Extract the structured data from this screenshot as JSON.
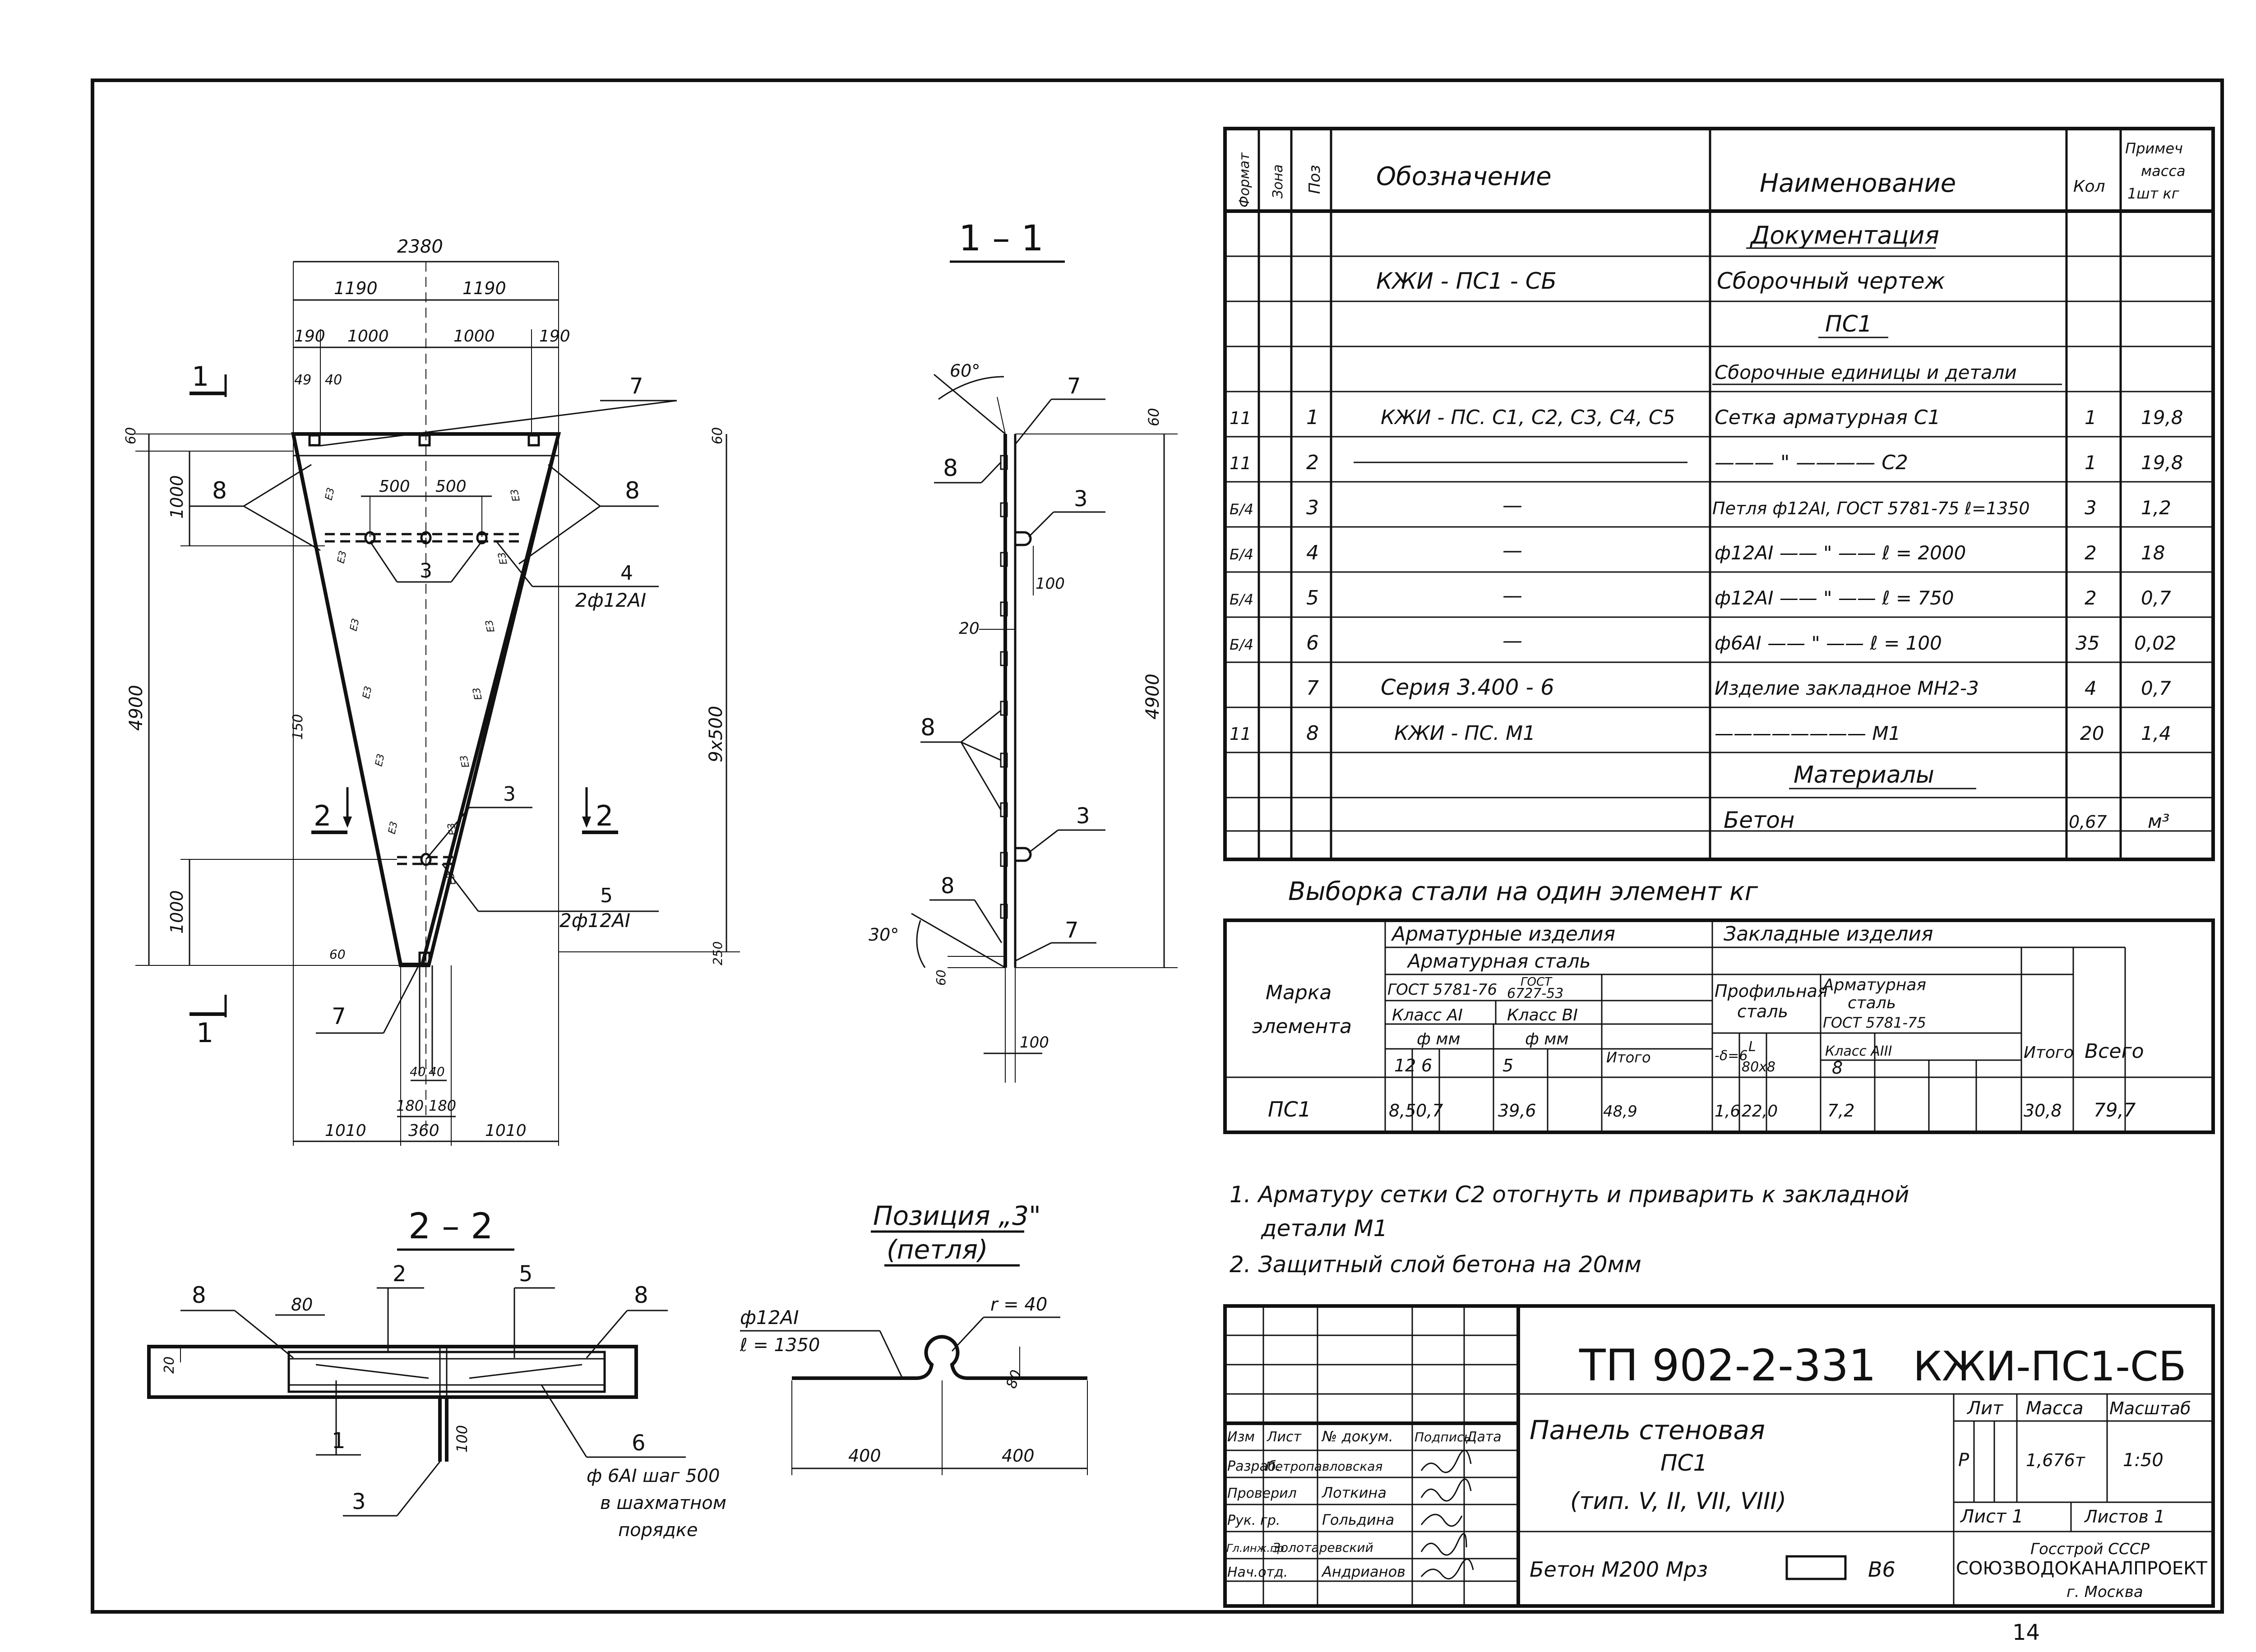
{
  "drawing_labels": {
    "section_1_1": "1 – 1",
    "section_2_2": "2 – 2",
    "section_cut_1": "1",
    "section_cut_2": "2",
    "position_3_title_line1": "Позиция „3\"",
    "position_3_title_line2": "(петля)"
  },
  "front_view_dims": {
    "total_width": "2380",
    "half_left": "1190",
    "half_right": "1190",
    "edge_left": "190",
    "mid_left": "1000",
    "mid_right": "1000",
    "edge_right": "190",
    "small_49": "49",
    "small_40": "40",
    "d500a": "500",
    "d500b": "500",
    "h60_top": "60",
    "h1000_top": "1000",
    "h4900": "4900",
    "h1000_bottom": "1000",
    "h60_bottom": "60",
    "h9x500": "9x500",
    "h60_right": "60",
    "h250": "250",
    "d150": "150",
    "b40a": "40",
    "b40b": "40",
    "b180a": "180",
    "b180b": "180",
    "b1010a": "1010",
    "b360": "360",
    "b1010b": "1010",
    "pos7_top": "7",
    "pos8_left": "8",
    "pos8_right": "8",
    "pos3_top": "3",
    "pos4": "4",
    "pos4_spec": "2ф12АI",
    "pos3_bottom": "3",
    "pos5": "5",
    "pos5_spec": "2ф12АI",
    "pos7_bottom": "7",
    "weld_mark": "Е3"
  },
  "side_view": {
    "angle_top": "60°",
    "angle_bottom": "30°",
    "pos7_top": "7",
    "pos8_top": "8",
    "pos3_top": "3",
    "d100_top": "100",
    "d20": "20",
    "pos8_mid": "8",
    "h4900": "4900",
    "h60_top": "60",
    "pos3_bottom": "3",
    "pos8_bottom": "8",
    "pos7_bottom": "7",
    "h60_bottom": "60",
    "d100_bottom": "100"
  },
  "section_2_2": {
    "pos8_left": "8",
    "d80": "80",
    "pos2": "2",
    "pos5": "5",
    "pos8_right": "8",
    "d20": "20",
    "pos1": "1",
    "d100": "100",
    "pos6": "6",
    "pos3": "3",
    "note_line1": "ф 6АI шаг 500",
    "note_line2": "в шахматном",
    "note_line3": "порядке"
  },
  "loop_detail": {
    "bar": "ф12АI",
    "length": "ℓ = 1350",
    "radius": "r = 40",
    "d80": "80",
    "len_left": "400",
    "len_right": "400"
  },
  "spec_table": {
    "headers": {
      "format": "Формат",
      "zone": "Зона",
      "pos": "Поз",
      "designation": "Обозначение",
      "name": "Наименование",
      "qty": "Кол",
      "note_line1": "Примеч",
      "note_line2": "масса",
      "note_line3": "1шт кг"
    },
    "rows": [
      {
        "format": "",
        "pos": "",
        "designation": "",
        "name": "Документация",
        "qty": "",
        "note": ""
      },
      {
        "format": "",
        "pos": "",
        "designation": "КЖИ - ПС1 - СБ",
        "name": "Сборочный чертеж",
        "qty": "",
        "note": ""
      },
      {
        "format": "",
        "pos": "",
        "designation": "",
        "name": "ПС1",
        "qty": "",
        "note": ""
      },
      {
        "format": "",
        "pos": "",
        "designation": "",
        "name": "Сборочные единицы и детали",
        "qty": "",
        "note": ""
      },
      {
        "format": "11",
        "pos": "1",
        "designation": "КЖИ - ПС. С1, С2, С3, С4, С5",
        "name": "Сетка арматурная С1",
        "qty": "1",
        "note": "19,8"
      },
      {
        "format": "11",
        "pos": "2",
        "designation": "",
        "name": "——— \" ———— С2",
        "qty": "1",
        "note": "19,8"
      },
      {
        "format": "Б/4",
        "pos": "3",
        "designation": "—",
        "name": "Петля ф12АI, ГОСТ 5781-75 ℓ=1350",
        "qty": "3",
        "note": "1,2"
      },
      {
        "format": "Б/4",
        "pos": "4",
        "designation": "—",
        "name": "ф12АI —— \" —— ℓ = 2000",
        "qty": "2",
        "note": "18"
      },
      {
        "format": "Б/4",
        "pos": "5",
        "designation": "—",
        "name": "ф12АI —— \" —— ℓ = 750",
        "qty": "2",
        "note": "0,7"
      },
      {
        "format": "Б/4",
        "pos": "6",
        "designation": "—",
        "name": "ф6АI —— \" —— ℓ = 100",
        "qty": "35",
        "note": "0,02"
      },
      {
        "format": "",
        "pos": "7",
        "designation": "Серия 3.400 - 6",
        "name": "Изделие закладное МН2-3",
        "qty": "4",
        "note": "0,7"
      },
      {
        "format": "11",
        "pos": "8",
        "designation": "КЖИ - ПС. М1",
        "name": "———————— М1",
        "qty": "20",
        "note": "1,4"
      },
      {
        "format": "",
        "pos": "",
        "designation": "",
        "name": "Материалы",
        "qty": "",
        "note": ""
      },
      {
        "format": "",
        "pos": "",
        "designation": "",
        "name": "Бетон",
        "qty": "0,67",
        "note": "м³"
      },
      {
        "format": "",
        "pos": "",
        "designation": "",
        "name": "",
        "qty": "",
        "note": ""
      }
    ]
  },
  "steel_table": {
    "title": "Выборка стали на один элемент кг",
    "mark_line1": "Марка",
    "mark_line2": "элемента",
    "rebar_products": "Арматурные изделия",
    "rebar_steel": "Арматурная сталь",
    "gost_5781": "ГОСТ 5781-76",
    "gost_6727_line1": "ГОСТ",
    "gost_6727_line2": "6727-53",
    "class_a1": "Класс АI",
    "class_b1": "Класс ВI",
    "dia_mm_1": "ф мм",
    "dia_mm_2": "ф мм",
    "col_12": "12",
    "col_6": "6",
    "col_5": "5",
    "total_1": "Итого",
    "embedded": "Закладные изделия",
    "profile_steel_line1": "Профильная",
    "profile_steel_line2": "сталь",
    "sheet_6": "-δ=6",
    "angle_line1": "L",
    "angle_line2": "80x8",
    "rebar_steel2_line1": "Арматурная",
    "rebar_steel2_line2": "сталь",
    "gost_5781_75": "ГОСТ 5781-75",
    "class_a3": "Класс АIII",
    "col_8": "8",
    "total_2": "Итого",
    "grand_total": "Всего",
    "row_mark": "ПС1",
    "v12": "8,5",
    "v6": "0,7",
    "v5": "39,6",
    "vtotal1": "48,9",
    "vsheet": "1,6",
    "vangle": "22,0",
    "v8": "7,2",
    "vtotal2": "30,8",
    "vgrand": "79,7"
  },
  "notes": {
    "n1_line1": "1. Арматуру сетки С2 отогнуть и приварить к закладной",
    "n1_line2": "детали М1",
    "n2": "2. Защитный слой бетона на 20мм"
  },
  "title_block": {
    "doc_code_left": "ТП 902-2-331",
    "doc_code_right": "КЖИ-ПС1-СБ",
    "col_izm": "Изм",
    "col_list": "Лист",
    "col_doc": "№ докум.",
    "col_sign": "Подпись",
    "col_date": "Дата",
    "role_1": "Разраб.",
    "name_1": "Петропавловская",
    "role_2": "Проверил",
    "name_2": "Лоткина",
    "role_3": "Рук. гр.",
    "name_3": "Гольдина",
    "role_4": "Гл.инж.пр.",
    "name_4": "Золотаревский",
    "role_5": "Нач.отд.",
    "name_5": "Андрианов",
    "product_line1": "Панель стеновая",
    "product_line2": "ПС1",
    "product_line3": "(тип. V, II, VII, VIII)",
    "concrete": "Бетон М200 Мрз",
    "concrete_class": "В6",
    "lit": "Лит",
    "mass": "Масса",
    "scale": "Масштаб",
    "lit_value": "Р",
    "mass_value": "1,676т",
    "scale_value": "1:50",
    "sheet": "Лист 1",
    "sheets": "Листов 1",
    "org_line1": "Госстрой СССР",
    "org_line2": "СОЮЗВОДОКАНАЛПРОЕКТ",
    "org_line3": "г. Москва"
  },
  "page_number": "14"
}
